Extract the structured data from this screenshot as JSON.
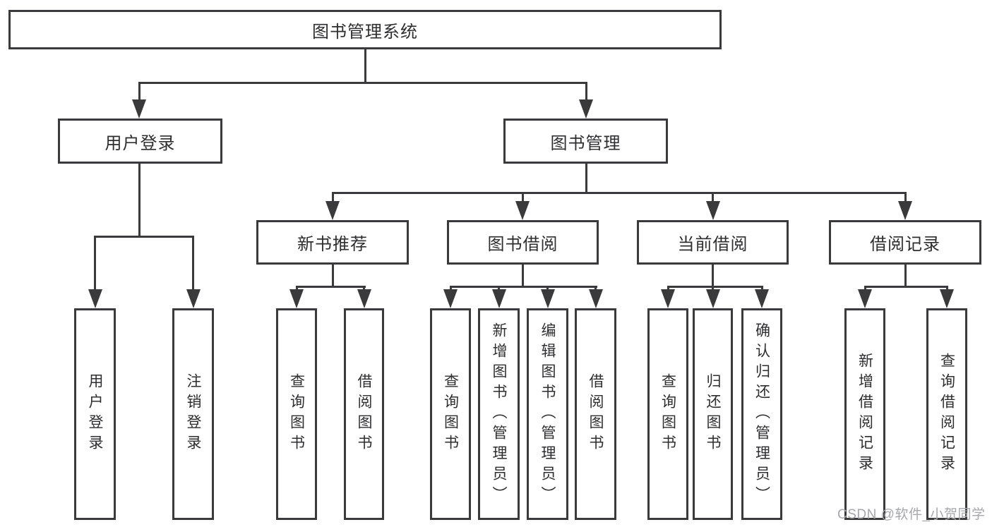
{
  "tree": {
    "label": "图书管理系统",
    "children": [
      {
        "label": "用户登录",
        "children": [
          {
            "label": "用户登录"
          },
          {
            "label": "注销登录"
          }
        ]
      },
      {
        "label": "图书管理",
        "children": [
          {
            "label": "新书推荐",
            "children": [
              {
                "label": "查询图书"
              },
              {
                "label": "借阅图书"
              }
            ]
          },
          {
            "label": "图书借阅",
            "children": [
              {
                "label": "查询图书"
              },
              {
                "label": "新增图书（管理员）"
              },
              {
                "label": "编辑图书（管理员）"
              },
              {
                "label": "借阅图书"
              }
            ]
          },
          {
            "label": "当前借阅",
            "children": [
              {
                "label": "查询图书"
              },
              {
                "label": "归还图书"
              },
              {
                "label": "确认归还（管理员）"
              }
            ]
          },
          {
            "label": "借阅记录",
            "children": [
              {
                "label": "新增借阅记录"
              },
              {
                "label": "查询借阅记录"
              }
            ]
          }
        ]
      }
    ]
  },
  "watermark": {
    "text": "CSDN @软件_小贺同学"
  },
  "colors": {
    "line": "#3a3a3c",
    "text": "#2e2e30",
    "background": "#ffffff",
    "watermark": "#a6a6ae"
  }
}
